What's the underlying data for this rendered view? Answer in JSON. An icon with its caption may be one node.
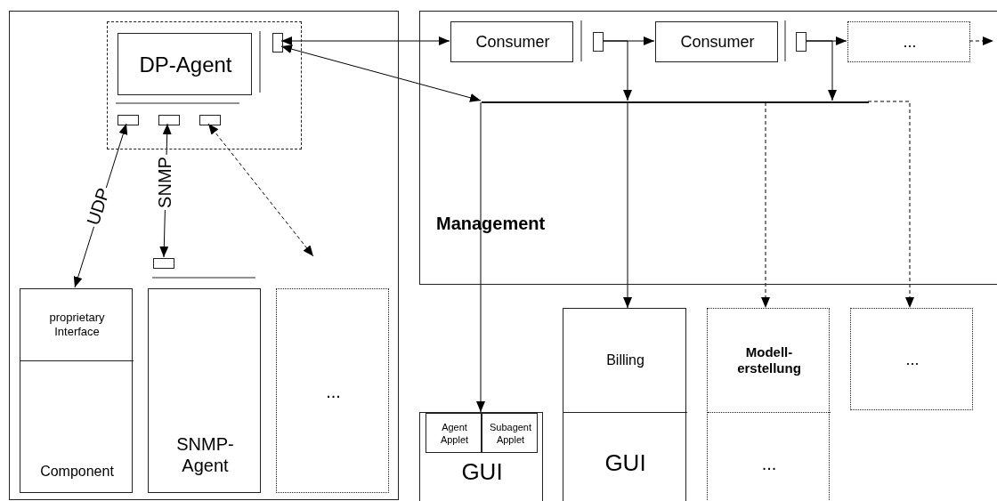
{
  "diagram": {
    "nodes": [
      {
        "text": [],
        "shape": "box"
      },
      {
        "text": [],
        "shape": "box",
        "in": 0
      },
      {
        "text": [
          "DP-Agent"
        ],
        "in": 1
      },
      {
        "text": [],
        "shape": "box",
        "in": 1
      },
      {
        "text": [],
        "shape": "box",
        "in": 1
      },
      {
        "text": [],
        "shape": "box",
        "in": 1
      },
      {
        "text": [],
        "shape": "box",
        "in": 1
      },
      {
        "text": [],
        "shape": "box",
        "in": 0
      },
      {
        "text": [
          "proprietary Interface",
          "Component"
        ],
        "in": 0
      },
      {
        "text": [
          "SNMP- Agent"
        ],
        "in": 0
      },
      {
        "text": [
          "..."
        ],
        "in": 0
      },
      {
        "text": [
          "Management"
        ]
      },
      {
        "text": [
          "Consumer"
        ],
        "in": 11
      },
      {
        "text": [],
        "shape": "box",
        "in": 11
      },
      {
        "text": [
          "Consumer"
        ],
        "in": 11
      },
      {
        "text": [],
        "shape": "box",
        "in": 11
      },
      {
        "text": [
          "..."
        ],
        "in": 11
      },
      {
        "text": [],
        "shape": "bar",
        "in": 11
      },
      {
        "text": [
          "GUI"
        ]
      },
      {
        "text": [
          "Agent Applet"
        ],
        "in": 18
      },
      {
        "text": [
          "Subagent Applet"
        ],
        "in": 18
      },
      {
        "text": [
          "Billing",
          "GUI"
        ]
      },
      {
        "text": [
          "Modell- erstellung",
          "..."
        ]
      },
      {
        "text": [
          "..."
        ]
      }
    ],
    "edges": [
      {
        "from": 3,
        "to": 12,
        "arrow": "both"
      },
      {
        "from": 3,
        "to": 17,
        "arrow": "both"
      },
      {
        "from": 13,
        "to": 14,
        "arrow": "to"
      },
      {
        "from": 13,
        "to": 17,
        "arrow": "to"
      },
      {
        "from": 15,
        "to": 16,
        "arrow": "to"
      },
      {
        "from": 15,
        "to": 17,
        "arrow": "to"
      },
      {
        "from": 16,
        "to": null,
        "arrow": "to",
        "style": "dashed"
      },
      {
        "from": 17,
        "to": 19,
        "arrow": "to"
      },
      {
        "from": 17,
        "to": 21,
        "arrow": "to"
      },
      {
        "from": 17,
        "to": 22,
        "arrow": "to",
        "style": "dashed"
      },
      {
        "from": 17,
        "to": 23,
        "arrow": "to",
        "style": "dashed"
      },
      {
        "from": 8,
        "to": 4,
        "label": "UDP",
        "arrow": "both"
      },
      {
        "from": 7,
        "to": 5,
        "label": "SNMP",
        "arrow": "both"
      },
      {
        "from": 6,
        "to": null,
        "arrow": "both",
        "style": "dashed"
      }
    ]
  }
}
